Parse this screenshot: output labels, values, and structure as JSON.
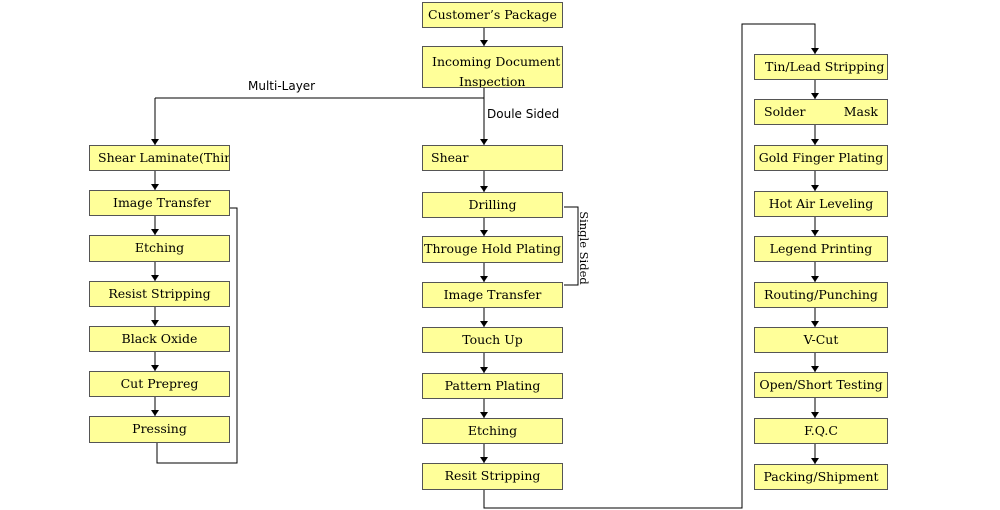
{
  "top": {
    "customer_package": "Customer’s Package",
    "incoming_doc_line1": "Incoming Document",
    "incoming_doc_line2": "Inspection"
  },
  "branch_labels": {
    "multi_layer": "Multi-Layer",
    "double_sided": "Doule Sided",
    "single_sided": "Single Sided"
  },
  "multi_layer_steps": [
    "Shear Laminate(Thin)",
    "Image Transfer",
    "Etching",
    "Resist Stripping",
    "Black Oxide",
    "Cut Prepreg",
    "Pressing"
  ],
  "double_sided_steps": [
    "Shear",
    "Drilling",
    "Througe Hold Plating",
    "Image Transfer",
    "Touch Up",
    "Pattern Plating",
    "Etching",
    "Resit Stripping"
  ],
  "final_steps": [
    "Tin/Lead Stripping",
    "Solder",
    "Mask",
    "Gold Finger Plating",
    "Hot Air Leveling",
    "Legend Printing",
    "Routing/Punching",
    "V-Cut",
    "Open/Short Testing",
    "F.Q.C",
    "Packing/Shipment"
  ]
}
